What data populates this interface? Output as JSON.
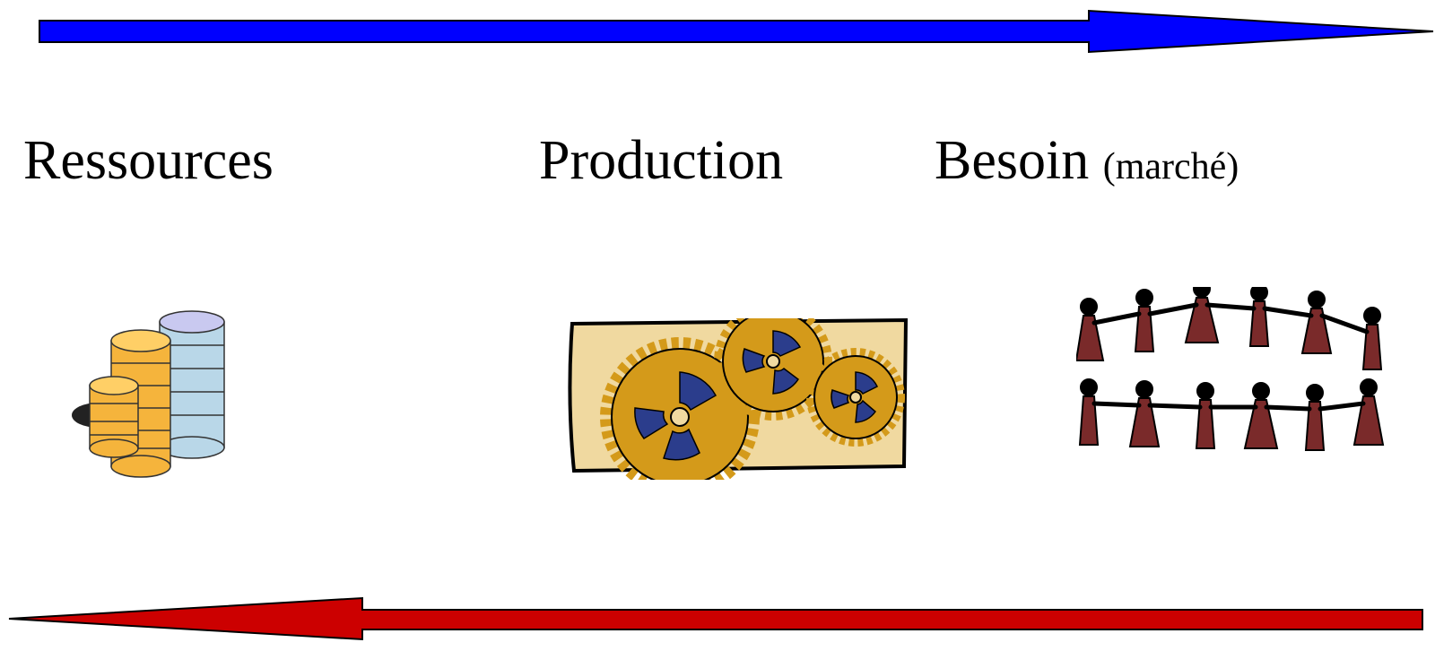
{
  "labels": {
    "resources": "Ressources",
    "production": "Production",
    "need": "Besoin",
    "need_qualifier": "(marché)"
  },
  "colors": {
    "arrow_forward": "#0000ff",
    "arrow_backward": "#cc0000",
    "gear_gold": "#d49a1a",
    "gear_blue": "#2b3d8c",
    "parchment": "#f0d9a0",
    "coin_gold": "#f5b43c",
    "coin_silver": "#b9d7e8",
    "people_fill": "#7a2a2a"
  },
  "icons": {
    "forward_arrow": "right-arrow-icon",
    "backward_arrow": "left-arrow-icon",
    "resources": "coin-stack-icon",
    "production": "gears-icon",
    "need": "people-chain-icon"
  }
}
